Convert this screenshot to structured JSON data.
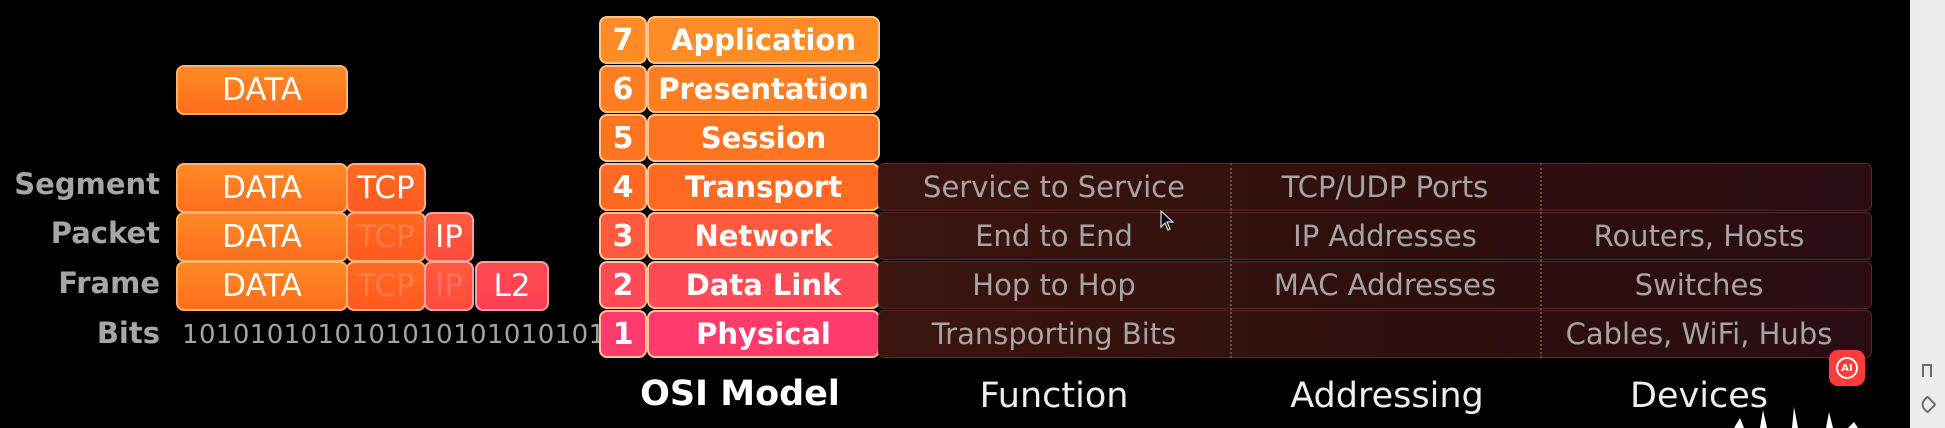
{
  "encapsulation": {
    "labels": {
      "segment": "Segment",
      "packet": "Packet",
      "frame": "Frame",
      "bits": "Bits"
    },
    "data_label": "DATA",
    "tcp_label": "TCP",
    "ip_label": "IP",
    "l2_label": "L2",
    "bits_value": "1010101010101010101010101"
  },
  "osi": {
    "title": "OSI Model",
    "layers": [
      {
        "num": "7",
        "name": "Application",
        "color": "#ff8c26"
      },
      {
        "num": "6",
        "name": "Presentation",
        "color": "#ff7e22"
      },
      {
        "num": "5",
        "name": "Session",
        "color": "#ff7421"
      },
      {
        "num": "4",
        "name": "Transport",
        "color": "#ff6a22"
      },
      {
        "num": "3",
        "name": "Network",
        "color": "#ff5a3d"
      },
      {
        "num": "2",
        "name": "Data Link",
        "color": "#ff4a57"
      },
      {
        "num": "1",
        "name": "Physical",
        "color": "#ff3b6e"
      }
    ]
  },
  "table": {
    "headers": {
      "function": "Function",
      "addressing": "Addressing",
      "devices": "Devices"
    },
    "rows": [
      {
        "layer": "4",
        "function": "Service to Service",
        "addressing": "TCP/UDP Ports",
        "devices": ""
      },
      {
        "layer": "3",
        "function": "End to End",
        "addressing": "IP Addresses",
        "devices": "Routers, Hosts"
      },
      {
        "layer": "2",
        "function": "Hop to Hop",
        "addressing": "MAC Addresses",
        "devices": "Switches"
      },
      {
        "layer": "1",
        "function": "Transporting Bits",
        "addressing": "",
        "devices": "Cables, WiFi, Hubs"
      }
    ]
  },
  "widgets": {
    "ai_badge": "AI"
  }
}
